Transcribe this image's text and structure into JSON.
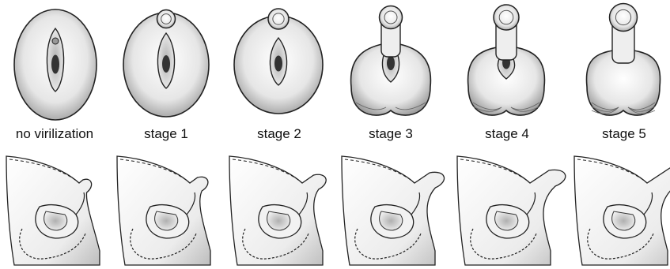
{
  "figure": {
    "stages": [
      {
        "label": "no virilization",
        "level": 0
      },
      {
        "label": "stage 1",
        "level": 1
      },
      {
        "label": "stage 2",
        "level": 2
      },
      {
        "label": "stage 3",
        "level": 3
      },
      {
        "label": "stage 4",
        "level": 4
      },
      {
        "label": "stage 5",
        "level": 5
      }
    ]
  }
}
